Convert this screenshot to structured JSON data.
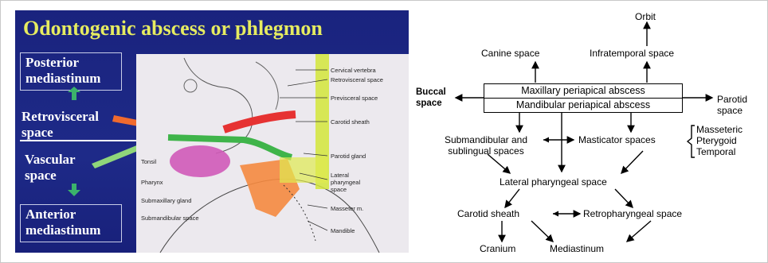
{
  "slide": {
    "title": "Odontogenic abscess or phlegmon",
    "posterior_mediastinum": "Posterior mediastinum",
    "retrovisceral_space": "Retrovisceral space",
    "vascular_space": "Vascular space",
    "anterior_mediastinum": "Anterior mediastinum",
    "anatomy_labels": {
      "cervical_vertebra": "Cervical vertebra",
      "retrovisceral_space": "Retrovisceral space",
      "previsceral_space": "Previsceral space",
      "carotid_sheath": "Carotid sheath",
      "parotid_gland": "Parotid gland",
      "lateral_pharyngeal_space": "Lateral pharyngeal space",
      "masseter": "Masseter m.",
      "mandible": "Mandible",
      "tonsil": "Tonsil",
      "pharynx": "Pharynx",
      "submaxillary_gland": "Submaxillary gland",
      "submandibular_space": "Submandibular space"
    }
  },
  "flowchart": {
    "orbit": "Orbit",
    "canine_space": "Canine space",
    "infratemporal_space": "Infratemporal space",
    "buccal_space": "Buccal space",
    "maxillary": "Maxillary periapical abscess",
    "mandibular": "Mandibular periapical abscess",
    "parotid_space": "Parotid space",
    "submandibular_sublingual": "Submandibular and sublingual spaces",
    "masticator_spaces": "Masticator spaces",
    "masseteric": "Masseteric",
    "pterygoid": "Pterygoid",
    "temporal": "Temporal",
    "lateral_pharyngeal": "Lateral pharyngeal space",
    "carotid_sheath": "Carotid sheath",
    "retropharyngeal": "Retropharyngeal space",
    "cranium": "Cranium",
    "mediastinum": "Mediastinum"
  }
}
